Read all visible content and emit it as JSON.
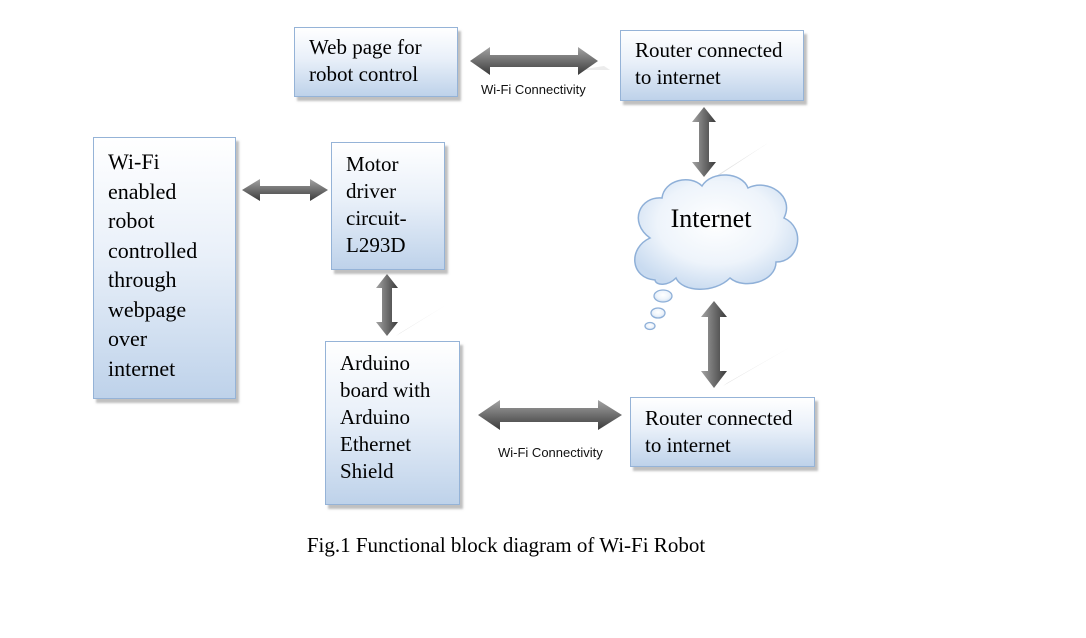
{
  "blocks": {
    "robot": "Wi-Fi\nenabled\nrobot\ncontrolled\nthrough\nwebpage\nover\ninternet",
    "webpage": "Web page for\nrobot control",
    "router_top": "Router connected\nto internet",
    "motor_driver": "Motor\ndriver\ncircuit-\nL293D",
    "arduino": "Arduino\nboard with\nArduino\nEthernet\nShield",
    "router_bottom": "Router connected\nto internet"
  },
  "cloud_label": "Internet",
  "connection_labels": {
    "top": "Wi-Fi Connectivity",
    "bottom": "Wi-Fi Connectivity"
  },
  "caption": "Fig.1 Functional block diagram of Wi-Fi Robot",
  "colors": {
    "block_border": "#95b3d7",
    "block_fill_top": "#ffffff",
    "block_fill_bottom": "#bed2ea",
    "arrow_light": "#9c9c9c",
    "arrow_dark": "#3a3a3a",
    "cloud_border": "#8fb0d8",
    "cloud_fill_center": "#ffffff",
    "cloud_fill_edge": "#c9dbf0"
  }
}
